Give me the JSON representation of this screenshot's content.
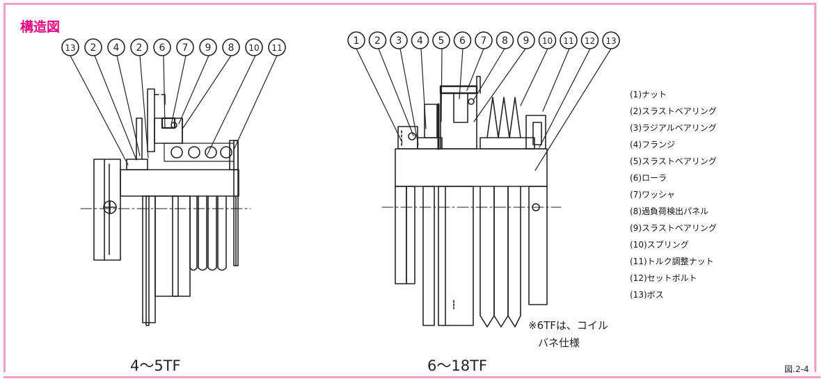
{
  "title": "構造図",
  "left_assembly": {
    "model_label": "4〜5TF",
    "callouts": [
      "13",
      "2",
      "4",
      "2",
      "6",
      "7",
      "9",
      "8",
      "10",
      "11"
    ]
  },
  "right_assembly": {
    "model_label": "6〜18TF",
    "callouts": [
      "1",
      "2",
      "3",
      "4",
      "5",
      "6",
      "7",
      "8",
      "9",
      "10",
      "11",
      "12",
      "13"
    ],
    "note_line1": "※6TFは、コイル",
    "note_line2": "バネ仕様"
  },
  "parts_list": [
    "(1)ナット",
    "(2)スラストベアリング",
    "(3)ラジアルベアリング",
    "(4)フランジ",
    "(5)スラストベアリング",
    "(6)ローラ",
    "(7)ワッシャ",
    "(8)過負荷検出パネル",
    "(9)スラストベアリング",
    "(10)スプリング",
    "(11)トルク調整ナット",
    "(12)セットボルト",
    "(13)ボス"
  ],
  "figure_id": "図.2-4",
  "colors": {
    "frame": "#f29fc8",
    "title": "#e4007f"
  }
}
